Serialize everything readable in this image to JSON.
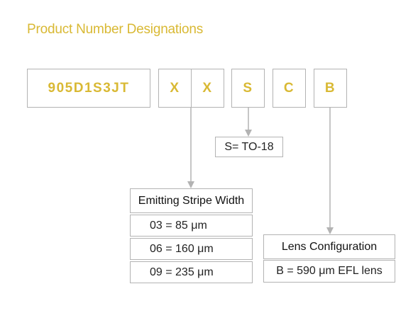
{
  "title": "Product Number Designations",
  "accent_color": "#d9b934",
  "border_color": "#b3b3b3",
  "part_code": {
    "base": "905D1S3JT",
    "segments": [
      "X",
      "X",
      "S",
      "C",
      "B"
    ]
  },
  "package_note": "S= TO-18",
  "stripe_table": {
    "header": "Emitting Stripe Width",
    "rows": [
      "03 = 85 μm",
      "06 = 160 μm",
      "09 = 235 μm"
    ]
  },
  "lens_table": {
    "header": "Lens Configuration",
    "rows": [
      "B = 590 μm EFL lens"
    ]
  }
}
